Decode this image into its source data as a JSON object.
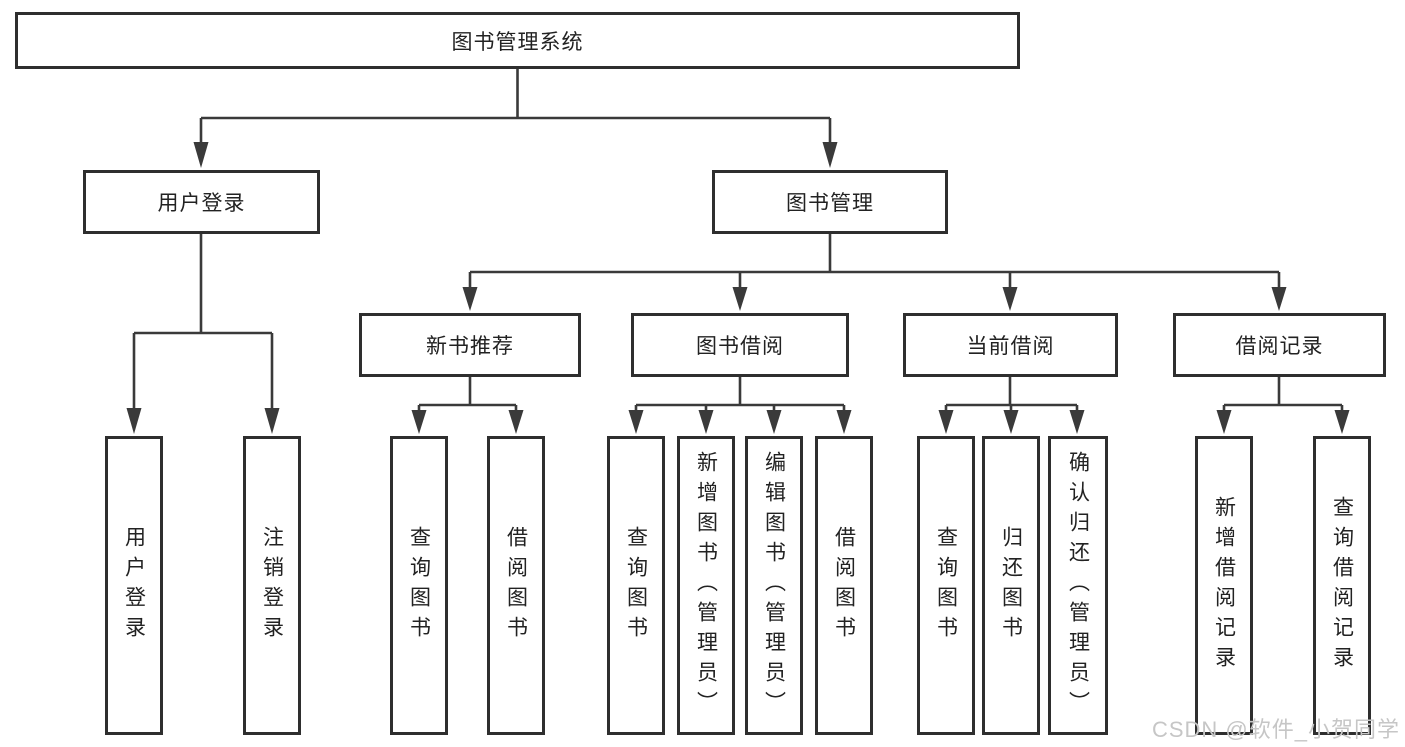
{
  "diagram": {
    "title": "图书管理系统",
    "root": {
      "label": "图书管理系统"
    },
    "user_login": {
      "label": "用户登录",
      "children": [
        {
          "label": "用户登录"
        },
        {
          "label": "注销登录"
        }
      ]
    },
    "book_management": {
      "label": "图书管理",
      "sections": [
        {
          "label": "新书推荐",
          "children": [
            {
              "label": "查询图书"
            },
            {
              "label": "借阅图书"
            }
          ]
        },
        {
          "label": "图书借阅",
          "children": [
            {
              "label": "查询图书"
            },
            {
              "label": "新增图书（管理员）"
            },
            {
              "label": "编辑图书（管理员）"
            },
            {
              "label": "借阅图书"
            }
          ]
        },
        {
          "label": "当前借阅",
          "children": [
            {
              "label": "查询图书"
            },
            {
              "label": "归还图书"
            },
            {
              "label": "确认归还（管理员）"
            }
          ]
        },
        {
          "label": "借阅记录",
          "children": [
            {
              "label": "新增借阅记录"
            },
            {
              "label": "查询借阅记录"
            }
          ]
        }
      ]
    }
  },
  "watermark": {
    "text": "CSDN @软件_小贺同学",
    "color": "#c6c6c6"
  },
  "colors": {
    "background": "#ffffff",
    "line": "#3a3a3a",
    "box_border": "#2e2e2e",
    "text": "#222222",
    "watermark": "#c6c6c6"
  }
}
